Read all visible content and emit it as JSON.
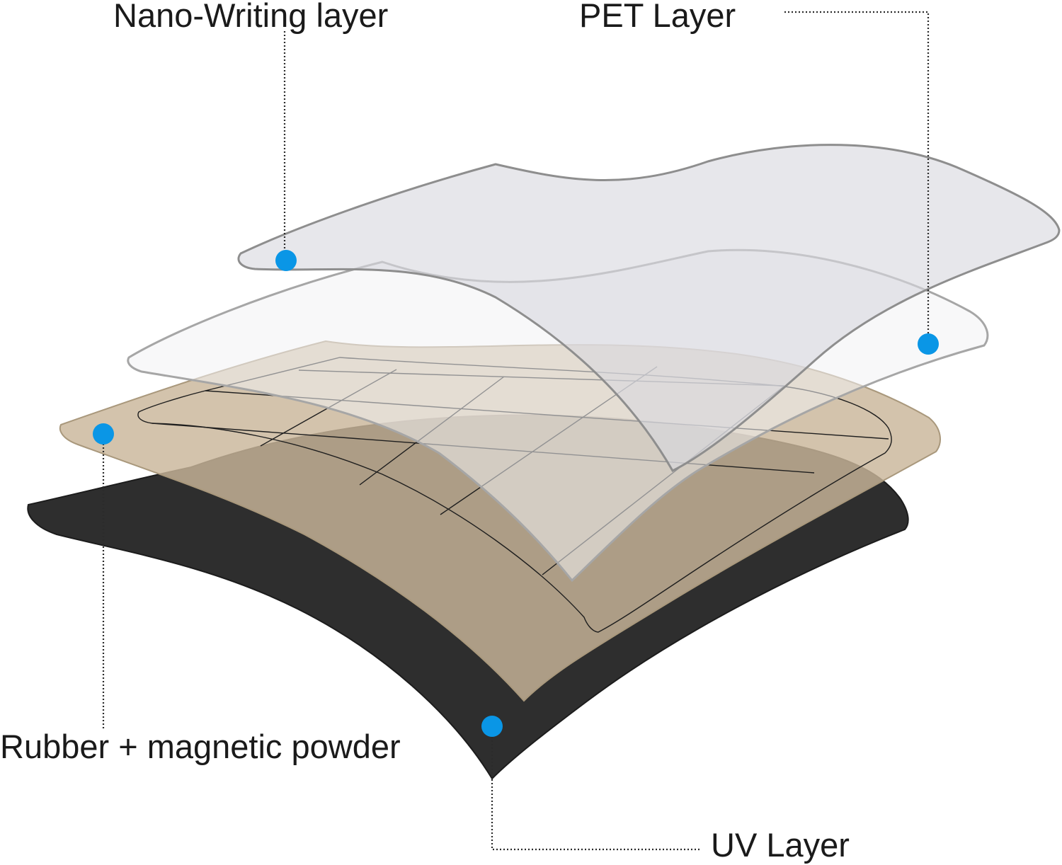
{
  "labels": {
    "nano_writing": "Nano-Writing layer",
    "pet": "PET Layer",
    "rubber": "Rubber + magnetic powder",
    "uv": "UV Layer"
  },
  "colors": {
    "marker": "#0a96e6",
    "base_layer": "#2e2e2e",
    "beige_layer": "#c9b69a",
    "film_layer": "#dcdce2",
    "outline": "#8a8a8a"
  }
}
